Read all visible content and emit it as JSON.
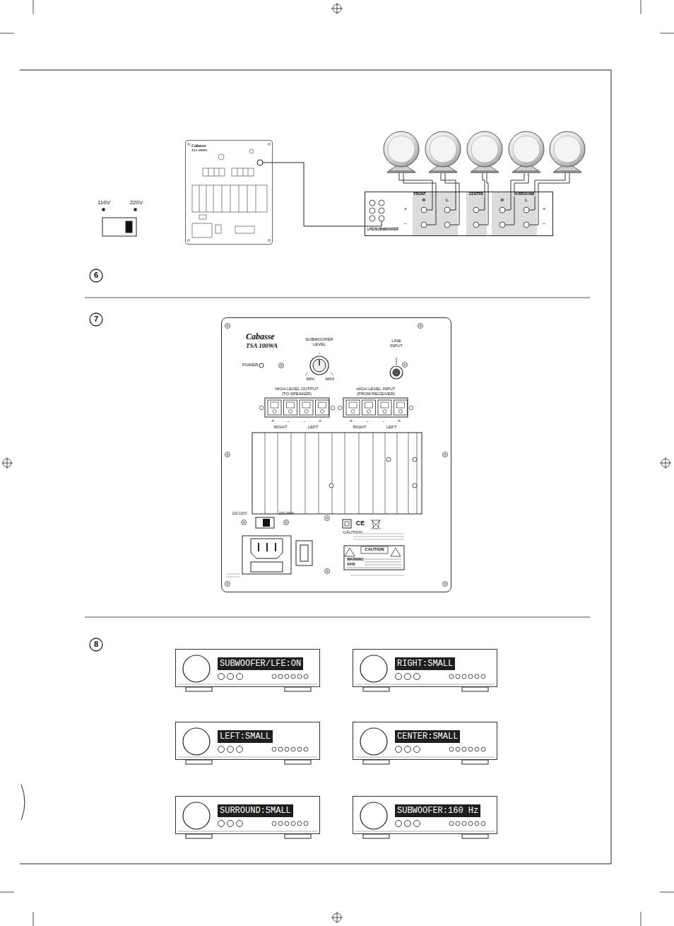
{
  "diagram": {
    "nodes": [
      {
        "text": [
          "Cabasse",
          "TSA 100WA"
        ]
      },
      {
        "text": [
          "LFE/SUBWOOFER"
        ]
      },
      {
        "text": [
          "Cabasse",
          "TSA 100WA"
        ]
      },
      {
        "text": [
          "SUBWOOFER/LFE:ON"
        ]
      },
      {
        "text": [
          "RIGHT:SMALL"
        ]
      },
      {
        "text": [
          "LEFT:SMALL"
        ]
      },
      {
        "text": [
          "CENTER:SMALL"
        ]
      },
      {
        "text": [
          "SURROUND:SMALL"
        ]
      },
      {
        "text": [
          "SUBWOOFER:160 Hz"
        ]
      }
    ],
    "edges": [
      {
        "from": 0,
        "to": 1,
        "arrow": "none"
      }
    ],
    "labels": [
      "110V",
      "220V",
      "FRONT",
      "CENTRE",
      "SURROUND",
      "R",
      "L",
      "R",
      "L",
      "+",
      "–",
      "+",
      "–",
      "6",
      "7",
      "POWER",
      "SUBWOOFER LEVEL",
      "MIN",
      "MAX",
      "LINE INPUT",
      "HIGH LEVEL OUTPUT (TO SPEAKER)",
      "HIGH LEVEL INPUT (FROM RECEIVER)",
      "+",
      "-",
      "-",
      "+",
      "+",
      "-",
      "-",
      "+",
      "RIGHT",
      "LEFT",
      "RIGHT",
      "LEFT",
      "110-120V",
      "220-240V",
      "CAUTION",
      "CAUTION",
      "WARNING",
      "AVIS",
      "8",
      "CE"
    ]
  }
}
